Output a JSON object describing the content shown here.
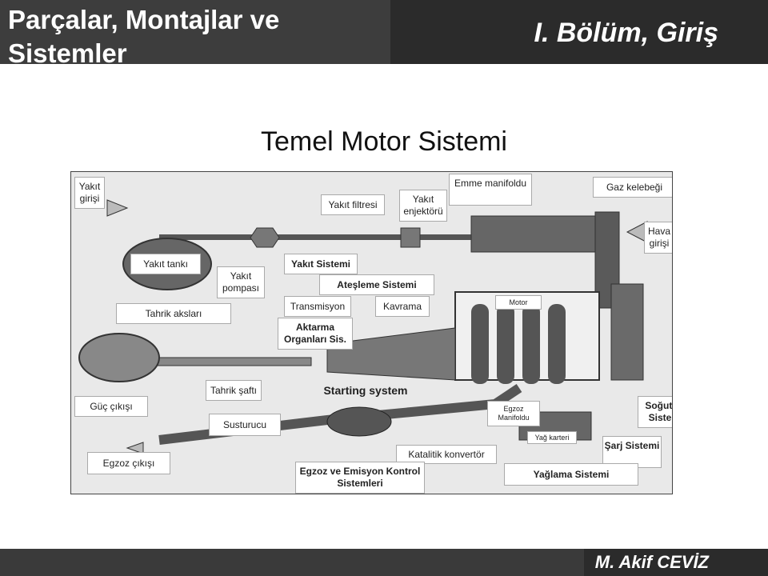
{
  "header": {
    "title": "Parçalar, Montajlar ve Sistemler",
    "section": "I. Bölüm, Giriş"
  },
  "diagram": {
    "title": "Temel Motor Sistemi",
    "labels": {
      "yakit_girisi": "Yakıt girişi",
      "yakit_filtresi": "Yakıt filtresi",
      "yakit_enjektoru": "Yakıt enjektörü",
      "emme_manifoldu": "Emme manifoldu",
      "gaz_kelebegi": "Gaz kelebeği",
      "hava_girisi": "Hava girişi",
      "yakit_tanki": "Yakıt tankı",
      "yakit_pompasi": "Yakıt pompası",
      "yakit_sistemi": "Yakıt Sistemi",
      "atesleme_sistemi": "Ateşleme Sistemi",
      "transmisyon": "Transmisyon",
      "kavrama": "Kavrama",
      "motor": "Motor",
      "tahrik_akslari": "Tahrik aksları",
      "aktarma_organlari": "Aktarma Organları Sis.",
      "tahrik_safti": "Tahrik şaftı",
      "starting_system": "Starting system",
      "guc_cikisi": "Güç çıkışı",
      "susturucu": "Susturucu",
      "egzoz_manifoldu": "Egzoz Manifoldu",
      "sogutma_sistemi": "Soğutma Sistemi",
      "yag_karteri": "Yağ karteri",
      "sarj_sistemi": "Şarj Sistemi",
      "katalitik_konvertor": "Katalitik konvertör",
      "egzoz_cikisi": "Egzoz çıkışı",
      "egzoz_emisyon": "Egzoz ve Emisyon Kontrol Sistemleri",
      "yaglama_sistemi": "Yağlama Sistemi"
    }
  },
  "footer": {
    "author": "M. Akif CEVİZ"
  },
  "colors": {
    "header_bg": "#3d3d3d",
    "diagram_bg": "#e9e9e9",
    "component_fill": "#5a5a5a",
    "pipe": "#4a4a4a"
  }
}
